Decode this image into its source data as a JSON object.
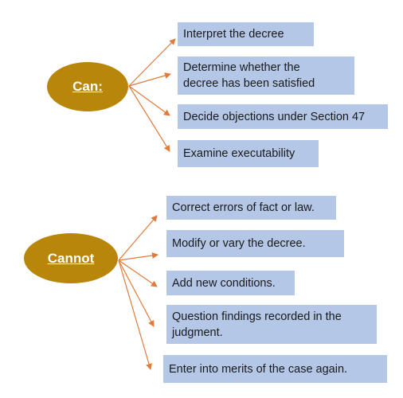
{
  "colors": {
    "ellipse_fill": "#b8860b",
    "ellipse_text": "#ffffff",
    "box_fill": "#b4c7e7",
    "box_text": "#1a1a1a",
    "arrow": "#e07b39"
  },
  "groups": [
    {
      "label": "Can:",
      "items": [
        "Interpret the decree",
        "Determine whether the\ndecree has been satisfied",
        "Decide objections under Section 47",
        "Examine executability"
      ]
    },
    {
      "label": "Cannot",
      "items": [
        "Correct errors of fact or law.",
        "Modify or vary the decree.",
        "Add new conditions.",
        "Question findings recorded in the\njudgment.",
        "Enter into merits of the case again."
      ]
    }
  ]
}
